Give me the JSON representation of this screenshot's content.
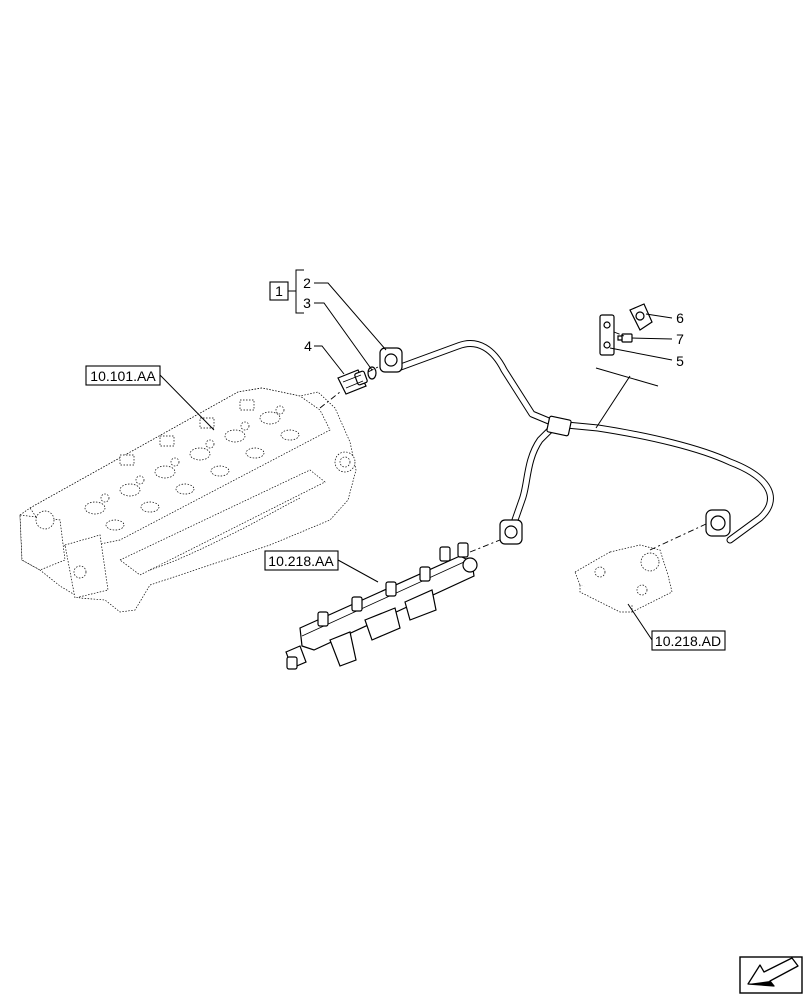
{
  "callouts": {
    "kit": "1",
    "p2": "2",
    "p3": "3",
    "p4": "4",
    "p5": "5",
    "p6": "6",
    "p7": "7"
  },
  "references": {
    "cylinder_head": "10.101.AA",
    "fuel_rail": "10.218.AA",
    "pump": "10.218.AD"
  },
  "nav": {
    "icon": "next-page-arrow-icon"
  }
}
